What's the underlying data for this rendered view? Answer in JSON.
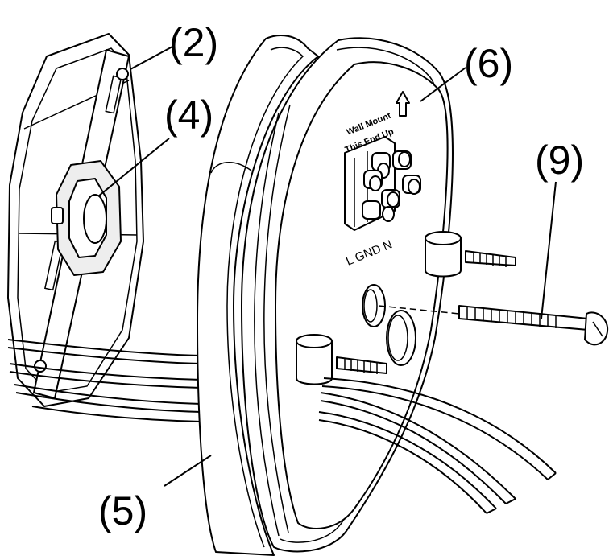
{
  "callouts": {
    "c2": "(2)",
    "c4": "(4)",
    "c5": "(5)",
    "c6": "(6)",
    "c9": "(9)"
  },
  "device_text": {
    "wall_mount_line1": "Wall Mount",
    "wall_mount_line2": "This End Up",
    "terminals": "L GND N"
  },
  "colors": {
    "line": "#000000",
    "background": "#ffffff",
    "shade": "#eeeeee"
  }
}
